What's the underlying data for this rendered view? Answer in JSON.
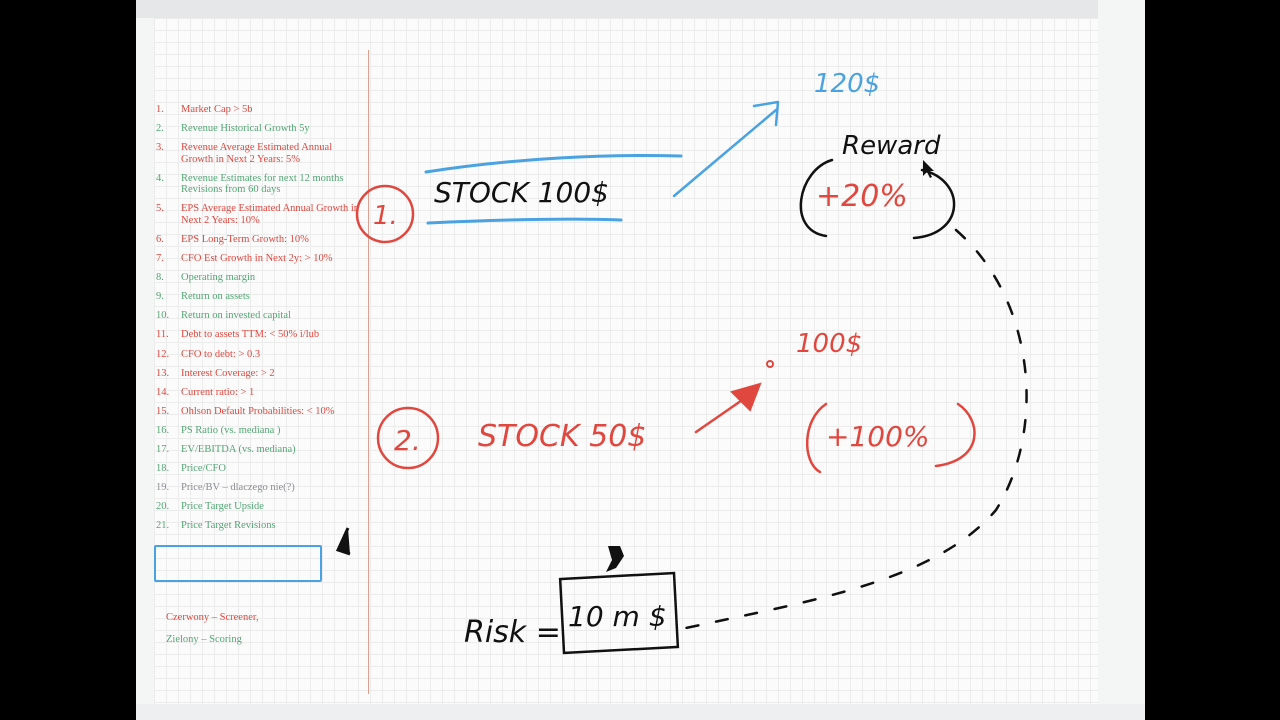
{
  "criteria": [
    {
      "num": "1.",
      "text": "Market Cap > 5b",
      "color": "red"
    },
    {
      "num": "2.",
      "text": "Revenue Historical Growth 5y",
      "color": "green"
    },
    {
      "num": "3.",
      "text": "Revenue Average Estimated Annual Growth in Next 2 Years: 5%",
      "color": "red"
    },
    {
      "num": "4.",
      "text": "Revenue Estimates for next 12 months Revisions from 60 days",
      "color": "green"
    },
    {
      "num": "5.",
      "text": "EPS Average Estimated Annual Growth in Next 2 Years: 10%",
      "color": "red"
    },
    {
      "num": "6.",
      "text": "EPS Long-Term Growth: 10%",
      "color": "red"
    },
    {
      "num": "7.",
      "text": "CFO Est Growth in Next 2y: > 10%",
      "color": "red"
    },
    {
      "num": "8.",
      "text": "Operating margin",
      "color": "green"
    },
    {
      "num": "9.",
      "text": "Return on assets",
      "color": "green"
    },
    {
      "num": "10.",
      "text": "Return on invested capital",
      "color": "green"
    },
    {
      "num": "11.",
      "text": "Debt to assets TTM: < 50% i/lub",
      "color": "red"
    },
    {
      "num": "12.",
      "text": "CFO to debt: > 0.3",
      "color": "red"
    },
    {
      "num": "13.",
      "text": "Interest Coverage: > 2",
      "color": "red"
    },
    {
      "num": "14.",
      "text": "Current ratio: > 1",
      "color": "red"
    },
    {
      "num": "15.",
      "text": "Ohlson Default Probabilities: < 10%",
      "color": "red"
    },
    {
      "num": "16.",
      "text": "PS Ratio (vs. mediana )",
      "color": "green"
    },
    {
      "num": "17.",
      "text": "EV/EBITDA (vs. mediana)",
      "color": "green"
    },
    {
      "num": "18.",
      "text": "Price/CFO",
      "color": "green"
    },
    {
      "num": "19.",
      "text": "Price/BV – dlaczego nie(?)",
      "color": "grey"
    },
    {
      "num": "20.",
      "text": "Price Target Upside",
      "color": "green"
    },
    {
      "num": "21.",
      "text": "Price Target Revisions",
      "color": "green"
    }
  ],
  "legend": {
    "red": "Czerwony – Screener,",
    "green": "Zielony – Scoring"
  },
  "annotations": {
    "target_price": "120$",
    "reward_label": "Reward",
    "reward_pct": "+20%",
    "stock1_num": "1.",
    "stock1_label": "STOCK 100$",
    "stock2_num": "2.",
    "stock2_label": "STOCK 50$",
    "stock2_target": "100$",
    "reward2_pct": "+100%",
    "risk_label": "Risk =",
    "risk_value": "10 m $"
  },
  "colors": {
    "red_ink": "#e0473e",
    "blue_ink": "#4aa3e0",
    "black_ink": "#111111",
    "green_text": "#52a673"
  }
}
